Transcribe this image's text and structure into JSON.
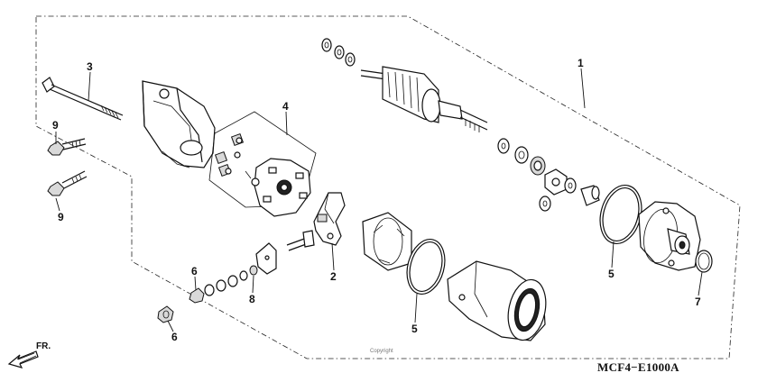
{
  "diagram_code": "MCF4−E1000A",
  "front_arrow_label": "FR.",
  "copyright_text": "Copyright",
  "callouts": [
    {
      "id": "callout-1",
      "text": "1"
    },
    {
      "id": "callout-2",
      "text": "2"
    },
    {
      "id": "callout-3",
      "text": "3"
    },
    {
      "id": "callout-4",
      "text": "4"
    },
    {
      "id": "callout-5a",
      "text": "5"
    },
    {
      "id": "callout-5b",
      "text": "5"
    },
    {
      "id": "callout-6a",
      "text": "6"
    },
    {
      "id": "callout-6b",
      "text": "6"
    },
    {
      "id": "callout-7",
      "text": "7"
    },
    {
      "id": "callout-8",
      "text": "8"
    },
    {
      "id": "callout-9a",
      "text": "9"
    },
    {
      "id": "callout-9b",
      "text": "9"
    }
  ]
}
